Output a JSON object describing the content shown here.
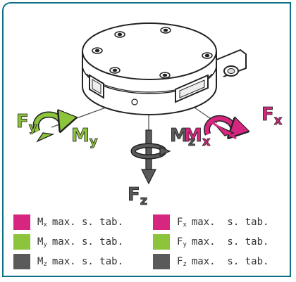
{
  "colors": {
    "border": "#0d6f86",
    "green": "#8cc43c",
    "magenta": "#d6267f",
    "gray": "#5a5a5a",
    "outline": "#222222"
  },
  "figure": {
    "labels": {
      "fy": {
        "main": "F",
        "sub": "y"
      },
      "my": {
        "main": "M",
        "sub": "y"
      },
      "mz": {
        "main": "M",
        "sub": "z"
      },
      "fz": {
        "main": "F",
        "sub": "z"
      },
      "mx": {
        "main": "M",
        "sub": "x"
      },
      "fx": {
        "main": "F",
        "sub": "x"
      }
    }
  },
  "legend": {
    "left": [
      {
        "main": "M",
        "sub": "x",
        "rest": "max. s. tab.",
        "color": "#d6267f"
      },
      {
        "main": "M",
        "sub": "y",
        "rest": "max. s. tab.",
        "color": "#8cc43c"
      },
      {
        "main": "M",
        "sub": "z",
        "rest": "max. s. tab.",
        "color": "#5a5a5a"
      }
    ],
    "right": [
      {
        "main": "F",
        "sub": "x",
        "rest": "max.  s. tab.",
        "color": "#d6267f"
      },
      {
        "main": "F",
        "sub": "y",
        "rest": "max.  s. tab.",
        "color": "#8cc43c"
      },
      {
        "main": "F",
        "sub": "z",
        "rest": "max.  s. tab.",
        "color": "#5a5a5a"
      }
    ]
  }
}
